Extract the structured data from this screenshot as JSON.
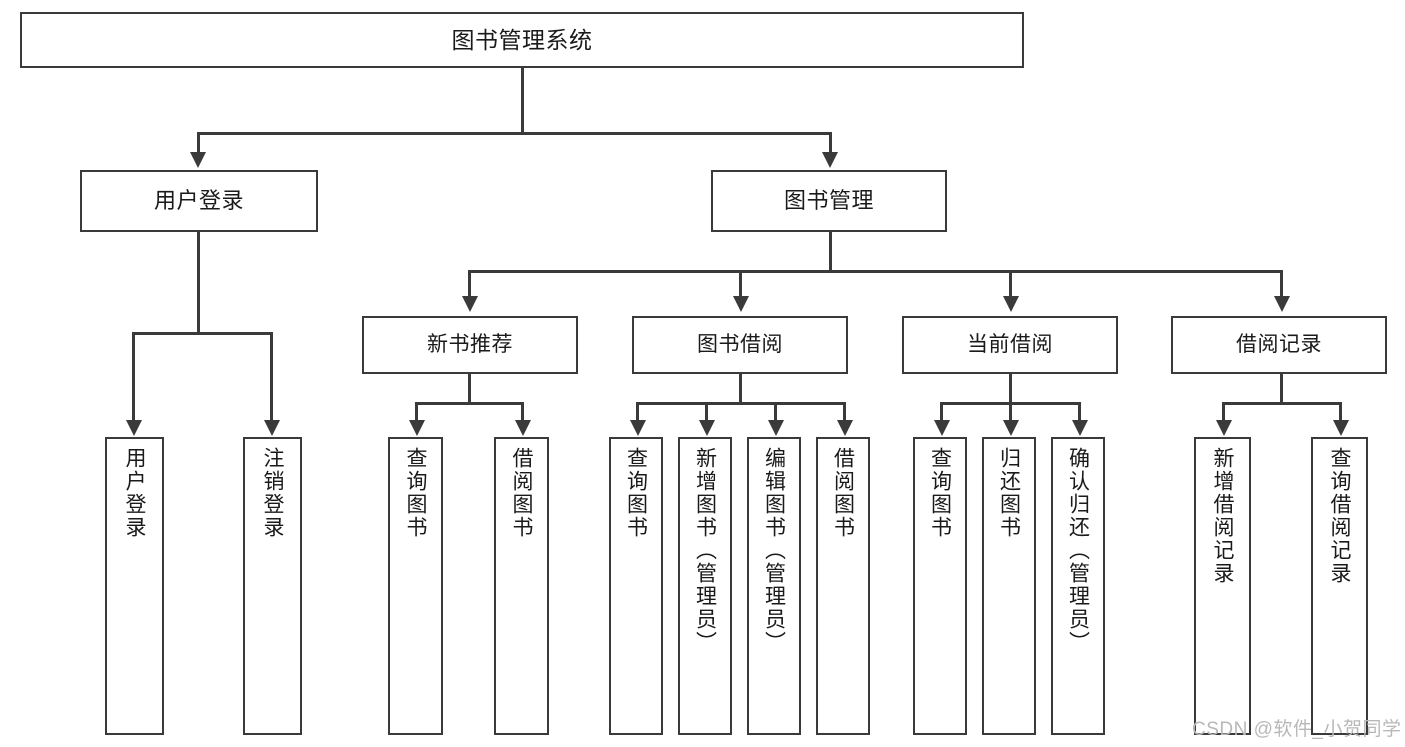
{
  "diagram": {
    "title": "图书管理系统",
    "type": "hierarchy-tree",
    "root": {
      "label": "图书管理系统"
    },
    "level2": [
      {
        "label": "用户登录"
      },
      {
        "label": "图书管理"
      }
    ],
    "level3": [
      {
        "label": "新书推荐"
      },
      {
        "label": "图书借阅"
      },
      {
        "label": "当前借阅"
      },
      {
        "label": "借阅记录"
      }
    ],
    "leaves": {
      "user_login": [
        {
          "label": "用户登录"
        },
        {
          "label": "注销登录"
        }
      ],
      "new_book_recommend": [
        {
          "label": "查询图书"
        },
        {
          "label": "借阅图书"
        }
      ],
      "book_borrow": [
        {
          "label": "查询图书"
        },
        {
          "label": "新增图书（管理员）"
        },
        {
          "label": "编辑图书（管理员）"
        },
        {
          "label": "借阅图书"
        }
      ],
      "current_borrow": [
        {
          "label": "查询图书"
        },
        {
          "label": "归还图书"
        },
        {
          "label": "确认归还（管理员）"
        }
      ],
      "borrow_record": [
        {
          "label": "新增借阅记录"
        },
        {
          "label": "查询借阅记录"
        }
      ]
    }
  },
  "watermark": {
    "text": "CSDN @软件_小贺同学"
  },
  "colors": {
    "stroke": "#3a3a3a",
    "background": "#ffffff",
    "text": "#1a1a1a",
    "watermark": "#b8b8b8"
  }
}
